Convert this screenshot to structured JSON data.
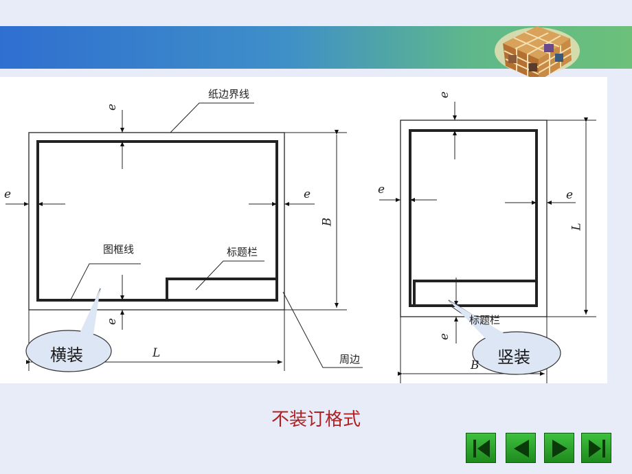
{
  "drawing_labels": {
    "paper_edge_line": "纸边界线",
    "frame_line": "图框线",
    "title_block": "标题栏",
    "title_block_right": "标题栏",
    "perimeter": "周边",
    "e": "e",
    "B": "B",
    "L": "L"
  },
  "callouts": {
    "landscape": "横装",
    "portrait": "竖装"
  },
  "caption": "不装订格式",
  "colors": {
    "caption": "#b02020",
    "callout_fill": "#dce6f4",
    "nav_green": "#2aa52a"
  },
  "nav": {
    "first": "first-icon",
    "prev": "prev-icon",
    "next": "next-icon",
    "last": "last-icon"
  }
}
